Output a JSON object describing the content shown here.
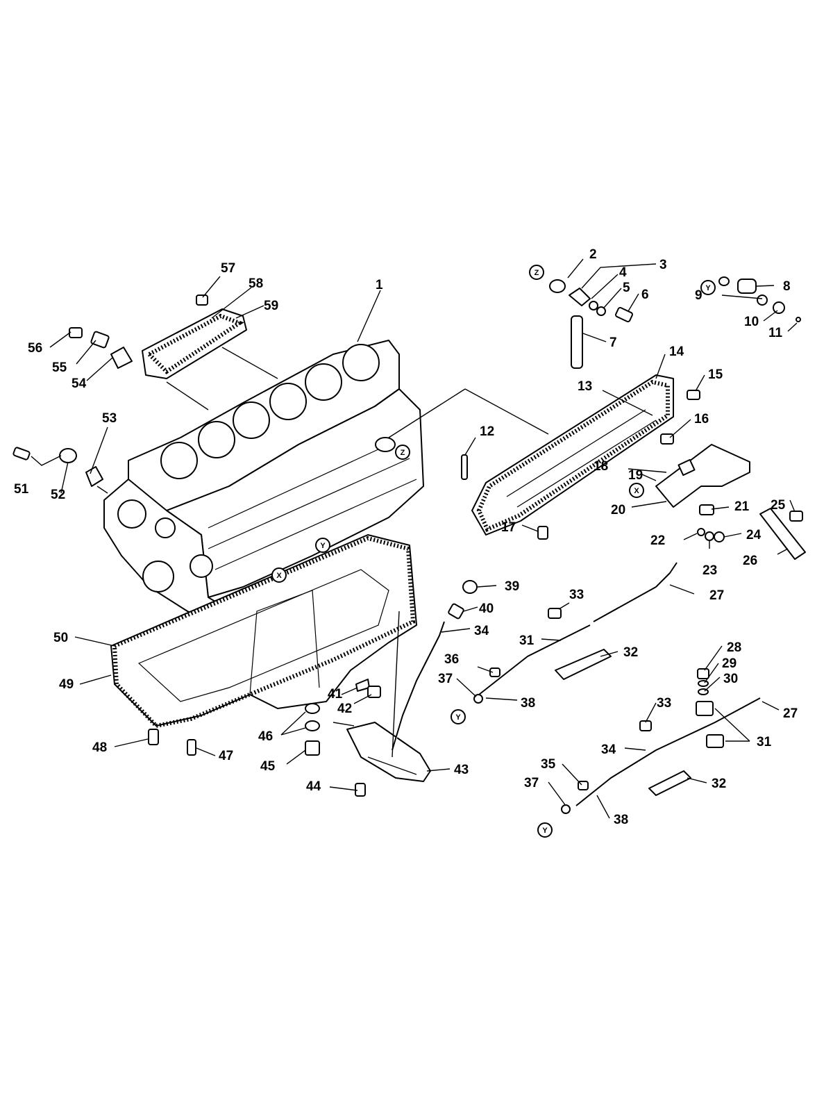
{
  "diagram": {
    "callouts": [
      "1",
      "2",
      "3",
      "4",
      "5",
      "6",
      "7",
      "8",
      "9",
      "10",
      "11",
      "12",
      "13",
      "14",
      "15",
      "16",
      "17",
      "18",
      "19",
      "20",
      "21",
      "22",
      "23",
      "24",
      "25",
      "26",
      "27",
      "28",
      "29",
      "30",
      "31",
      "32",
      "33",
      "34",
      "35",
      "36",
      "37",
      "38",
      "39",
      "40",
      "41",
      "42",
      "43",
      "44",
      "45",
      "46",
      "47",
      "48",
      "49",
      "50",
      "51",
      "52",
      "53",
      "54",
      "55",
      "56",
      "57",
      "58",
      "59"
    ],
    "callouts_repeated": {
      "27b": "27",
      "31b": "31",
      "32b": "32",
      "33b": "33",
      "34b": "34",
      "37b": "37",
      "38b": "38"
    },
    "reference_markers": {
      "z1": "Z",
      "z2": "Z",
      "y1": "Y",
      "y2": "Y",
      "y3": "Y",
      "y4": "Y",
      "x1": "X",
      "x2": "X"
    }
  }
}
